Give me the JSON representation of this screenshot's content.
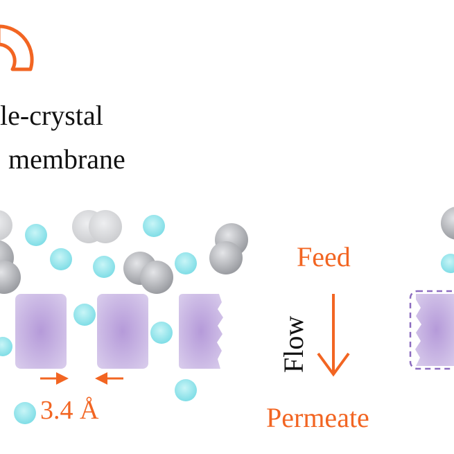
{
  "title": {
    "line1": "le-crystal",
    "line2": "membrane"
  },
  "labels": {
    "feed": "Feed",
    "permeate": "Permeate",
    "flow": "Flow",
    "pore_size": "3.4 Å"
  },
  "colors": {
    "accent": "#f26522",
    "text": "#111111",
    "pore_block": "#b7a3d8",
    "small_molecule": "#8ee3ea",
    "large_molecule": "#a9abb0",
    "dashed_outline": "#8c6cc0"
  },
  "icons": {
    "arc": "orange-arc-icon",
    "pore_arrows": "double-arrow-icon",
    "flow_arrow": "down-arrow-icon"
  }
}
